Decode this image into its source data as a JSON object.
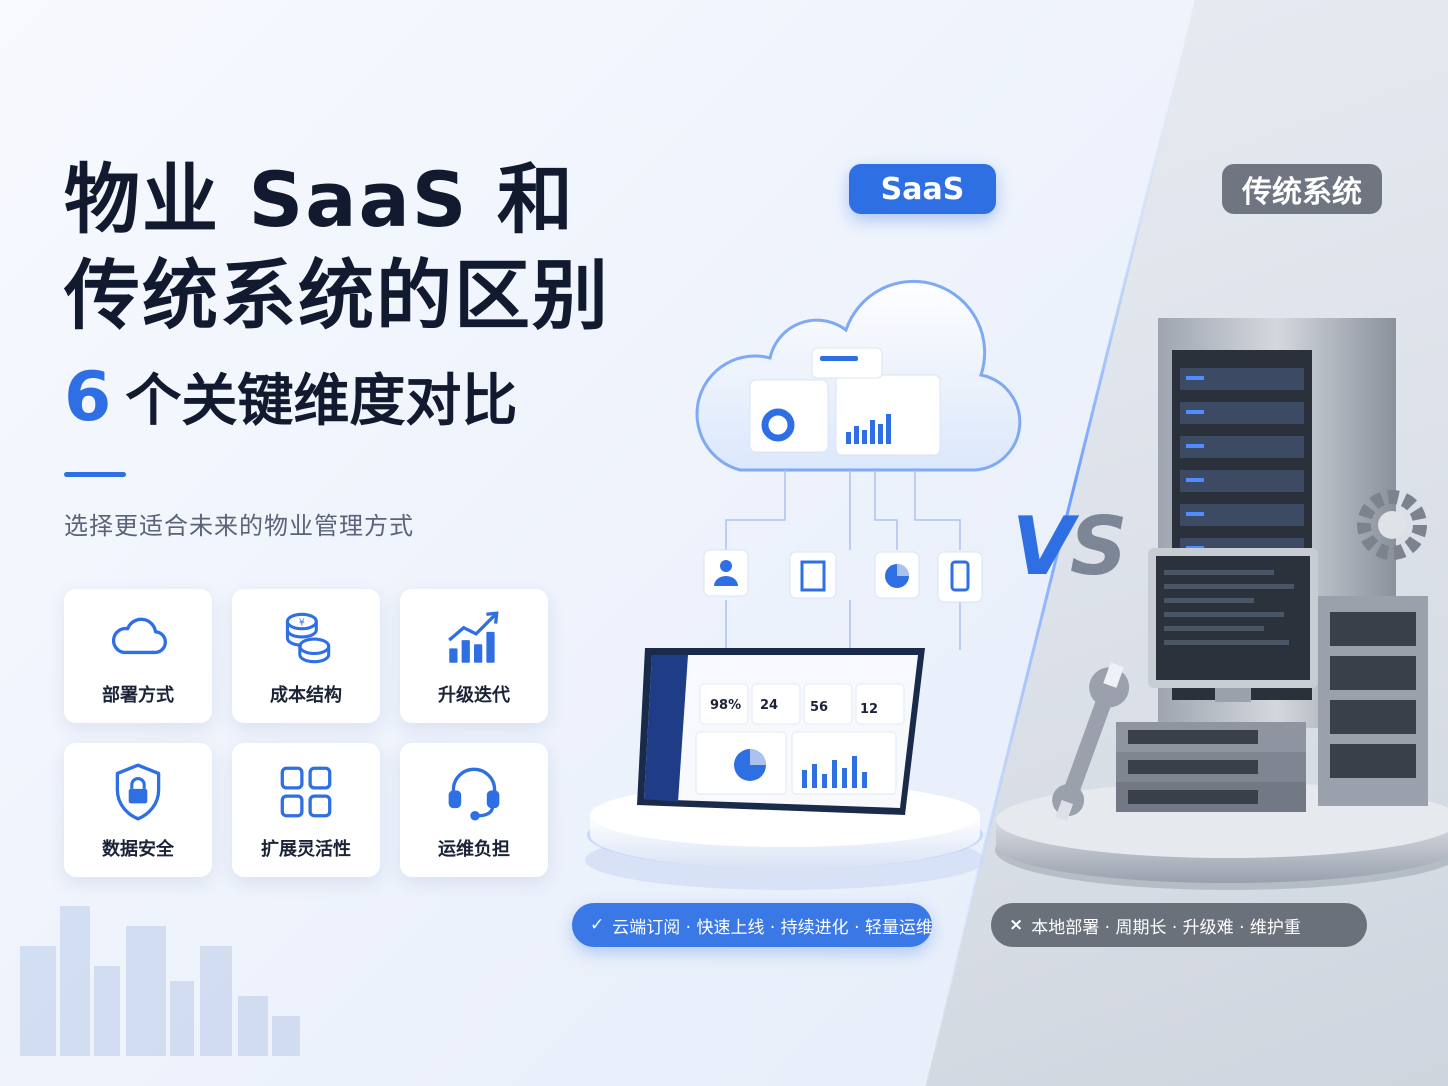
{
  "header": {
    "title_line1": "物业 SaaS 和",
    "title_line2": "传统系统的区别",
    "subtitle_number": "6",
    "subtitle_text": "个关键维度对比",
    "tagline": "选择更适合未来的物业管理方式"
  },
  "dimensions": [
    {
      "label": "部署方式",
      "icon": "cloud-icon"
    },
    {
      "label": "成本结构",
      "icon": "coins-icon"
    },
    {
      "label": "升级迭代",
      "icon": "growth-chart-icon"
    },
    {
      "label": "数据安全",
      "icon": "shield-lock-icon"
    },
    {
      "label": "扩展灵活性",
      "icon": "grid-icon"
    },
    {
      "label": "运维负担",
      "icon": "headset-icon"
    }
  ],
  "comparison": {
    "saas_badge": "SaaS",
    "traditional_badge": "传统系统",
    "vs_v": "V",
    "vs_s": "S",
    "saas_summary": "云端订阅 · 快速上线 · 持续进化 · 轻量运维",
    "saas_mark": "✓",
    "traditional_summary": "本地部署 · 周期长 · 升级难 · 维护重",
    "traditional_mark": "×"
  },
  "tablet_stats": [
    "98%",
    "24",
    "56",
    "12"
  ],
  "colors": {
    "accent": "#2f6fe4",
    "title": "#111a2e",
    "traditional_gray": "#6f7682"
  }
}
